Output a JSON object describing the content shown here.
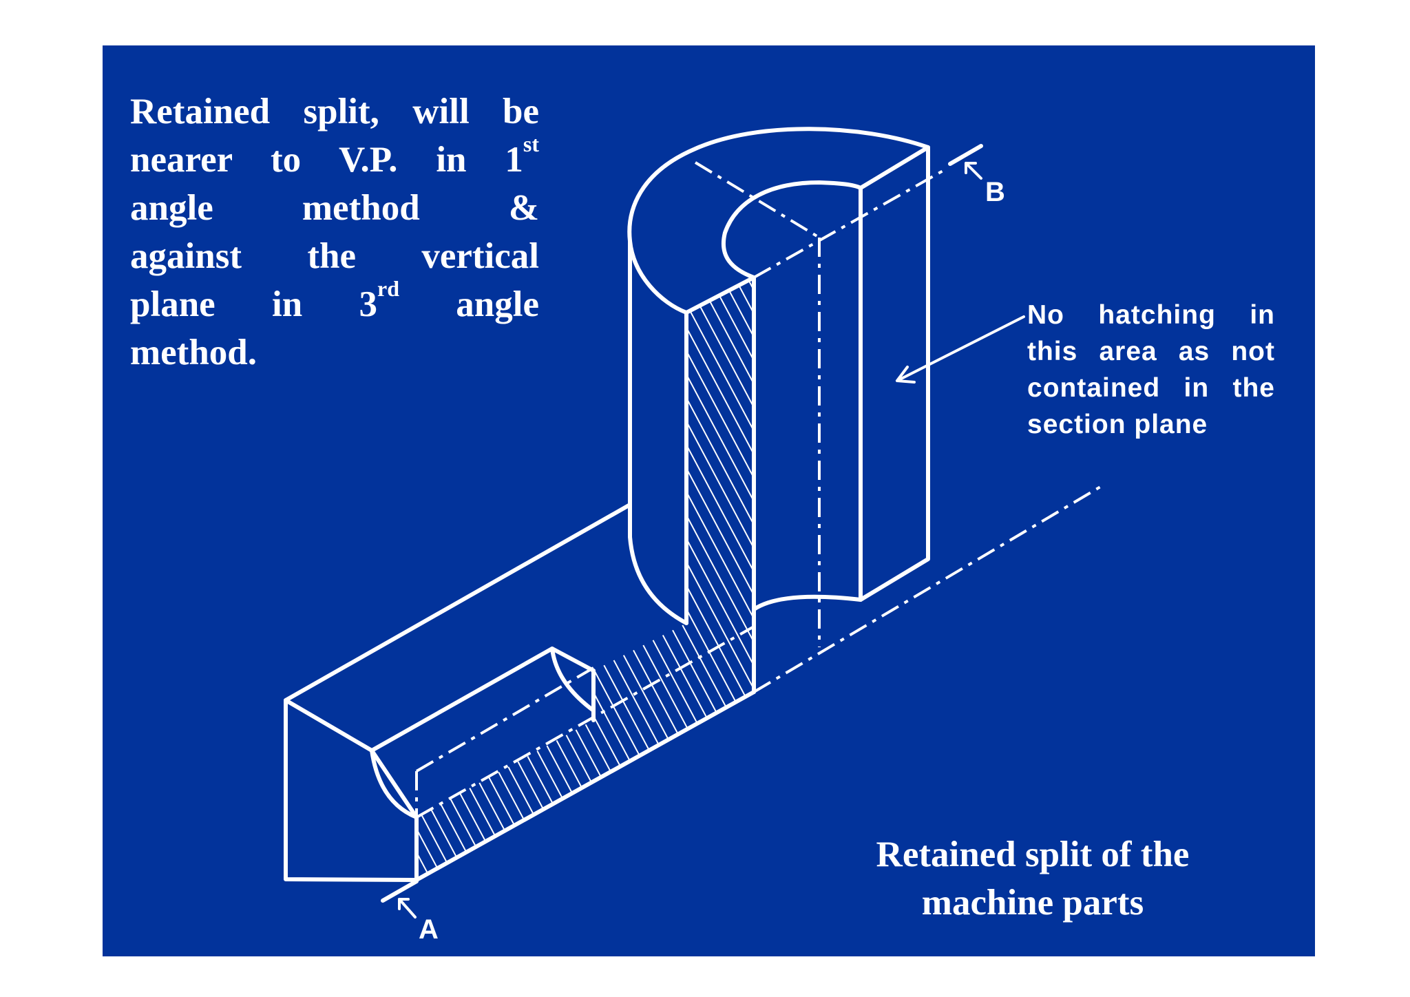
{
  "colors": {
    "background": "#02339b",
    "foreground": "#ffffff",
    "page": "#ffffff"
  },
  "left_note": {
    "lines": [
      {
        "text": "Retained split, will be"
      },
      {
        "text": "nearer to V.P. in 1",
        "sup": "st"
      },
      {
        "text": "angle method &"
      },
      {
        "text": "against the vertical"
      },
      {
        "text": "plane in 3",
        "sup": "rd",
        "rest": " angle"
      },
      {
        "text": "method."
      }
    ]
  },
  "right_note": {
    "lines": [
      "No hatching in",
      "this area as not",
      "contained in the",
      "section plane"
    ]
  },
  "caption": {
    "line1": "Retained split of the",
    "line2": "machine parts"
  },
  "labels": {
    "a": "A",
    "b": "B"
  }
}
